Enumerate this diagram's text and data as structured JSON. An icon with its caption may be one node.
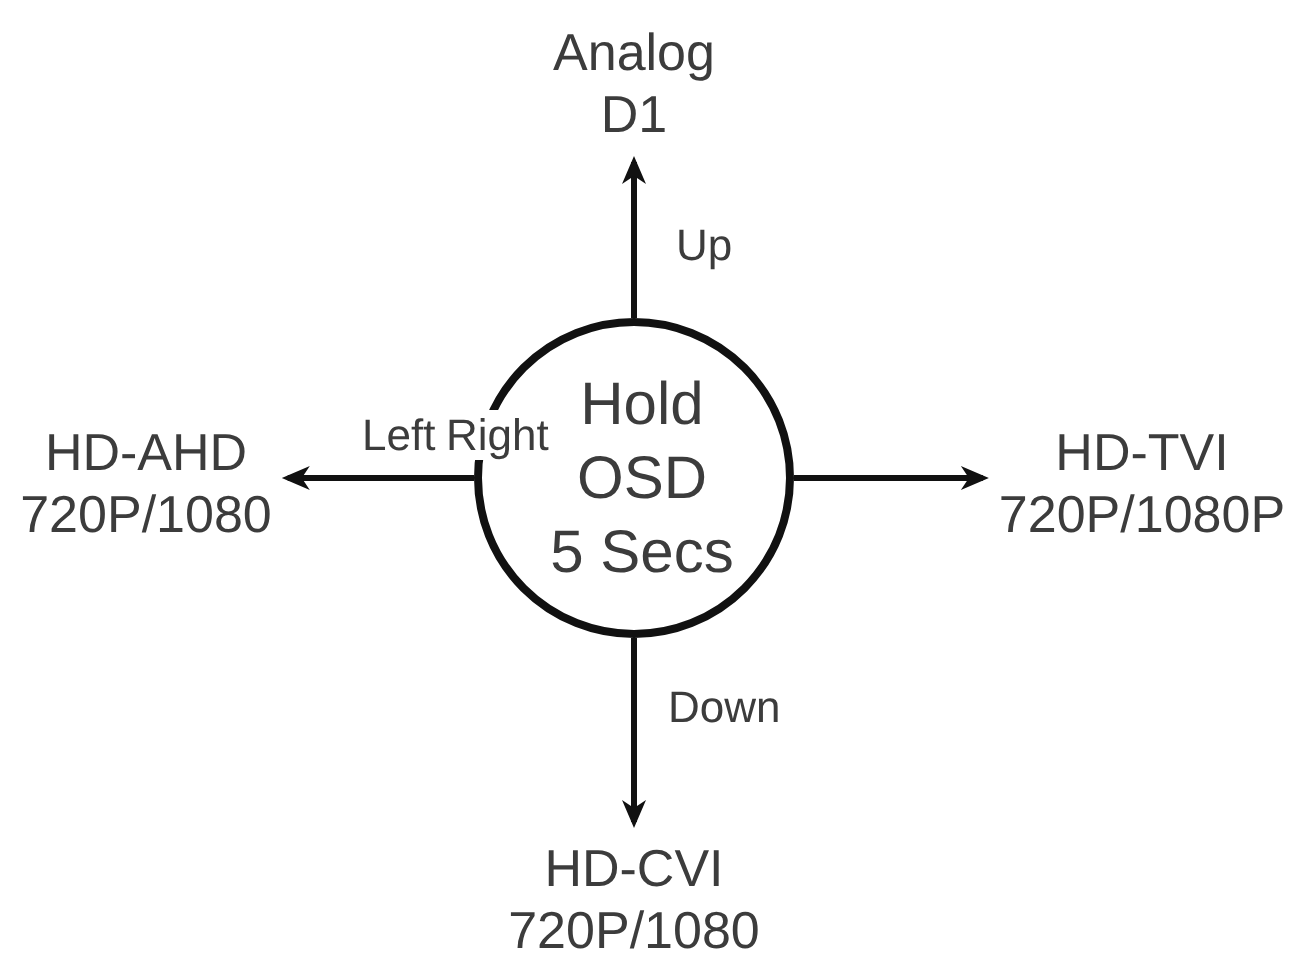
{
  "diagram": {
    "nodes": [
      {
        "text": [
          "Analog D1"
        ]
      },
      {
        "text": [
          "Hold OSD 5 Secs"
        ]
      },
      {
        "text": [
          "HD-AHD 720P/1080"
        ]
      },
      {
        "text": [
          "HD-TVI 720P/1080P"
        ]
      },
      {
        "text": [
          "HD-CVI 720P/1080"
        ]
      }
    ],
    "edges": [
      {
        "from": 1,
        "to": 0,
        "arrow": "to",
        "label": "Up"
      },
      {
        "from": 1,
        "to": 2,
        "arrow": "to",
        "label": "Left"
      },
      {
        "from": 1,
        "to": 3,
        "arrow": "to"
      },
      {
        "from": 1,
        "to": 4,
        "arrow": "to",
        "label": "Down"
      }
    ],
    "labels": [
      "Right"
    ]
  }
}
